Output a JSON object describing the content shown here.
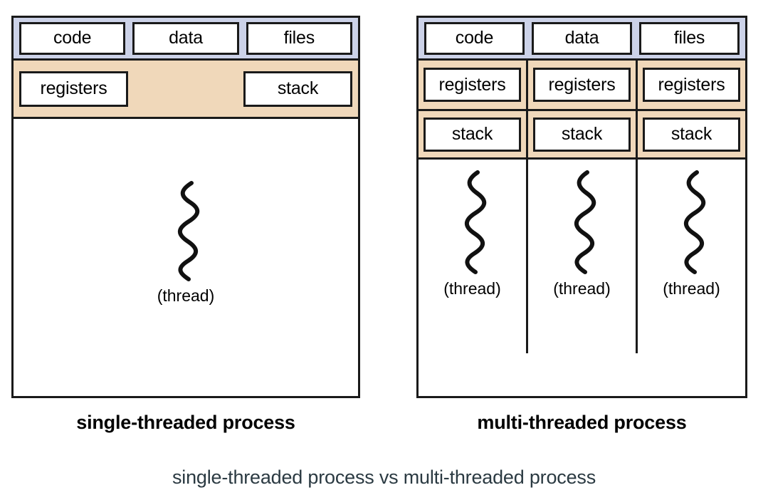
{
  "figure_caption": "single-threaded process vs multi-threaded process",
  "colors": {
    "shared_band": "#ccd2e8",
    "thread_band": "#f0d8ba",
    "outline": "#1a1a1a",
    "cell_background": "#ffffff",
    "caption_text": "#2b3a42"
  },
  "single_threaded": {
    "caption": "single-threaded process",
    "shared_section": {
      "label": "shared-resources-band",
      "cells": [
        "code",
        "data",
        "files"
      ]
    },
    "thread_section": {
      "label": "thread-resources-band",
      "cells": [
        "registers",
        "stack"
      ]
    },
    "threads": [
      {
        "icon": "thread-squiggle-icon",
        "label": "(thread)"
      }
    ]
  },
  "multi_threaded": {
    "caption": "multi-threaded process",
    "shared_section": {
      "label": "shared-resources-band",
      "cells": [
        "code",
        "data",
        "files"
      ]
    },
    "thread_section": {
      "label": "thread-resources-band",
      "rows": [
        [
          "registers",
          "registers",
          "registers"
        ],
        [
          "stack",
          "stack",
          "stack"
        ]
      ]
    },
    "threads": [
      {
        "icon": "thread-squiggle-icon",
        "label": "(thread)"
      },
      {
        "icon": "thread-squiggle-icon",
        "label": "(thread)"
      },
      {
        "icon": "thread-squiggle-icon",
        "label": "(thread)"
      }
    ]
  }
}
